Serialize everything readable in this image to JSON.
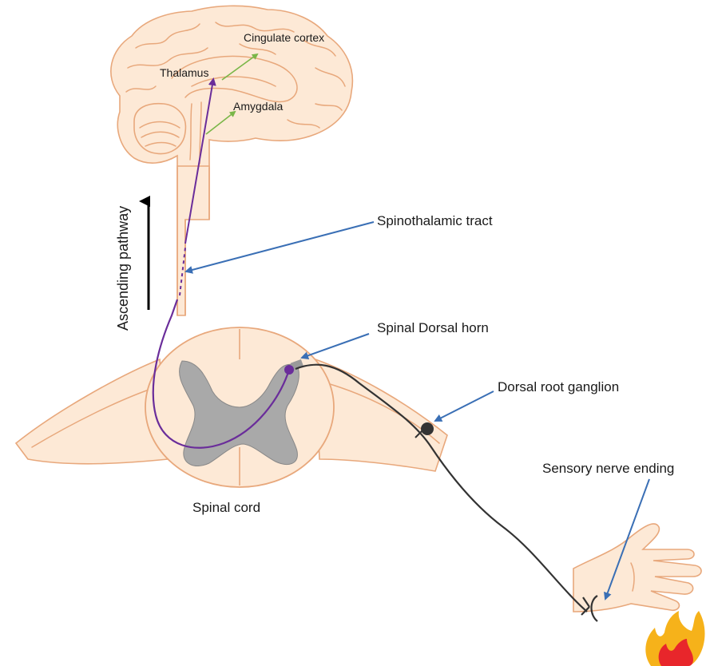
{
  "labels": {
    "cingulate_cortex": "Cingulate cortex",
    "thalamus": "Thalamus",
    "amygdala": "Amygdala",
    "ascending_pathway": "Ascending pathway",
    "spinothalamic_tract": "Spinothalamic tract",
    "spinal_dorsal_horn": "Spinal Dorsal horn",
    "dorsal_root_ganglion": "Dorsal root ganglion",
    "sensory_nerve_ending": "Sensory nerve ending",
    "spinal_cord": "Spinal cord"
  },
  "colors": {
    "tissue_fill": "#fde9d6",
    "tissue_outline": "#e8a87c",
    "grey_matter": "#a9a9a9",
    "ascending_tract": "#6a2d9a",
    "afferent_neuron": "#333333",
    "pointer_arrow": "#3a6fb5",
    "projection_arrow": "#7ab648",
    "pathway_arrow": "#000000",
    "flame_outer": "#f6b21a",
    "flame_inner": "#e8262b"
  },
  "icons": {
    "stimulus": "flame-icon"
  }
}
